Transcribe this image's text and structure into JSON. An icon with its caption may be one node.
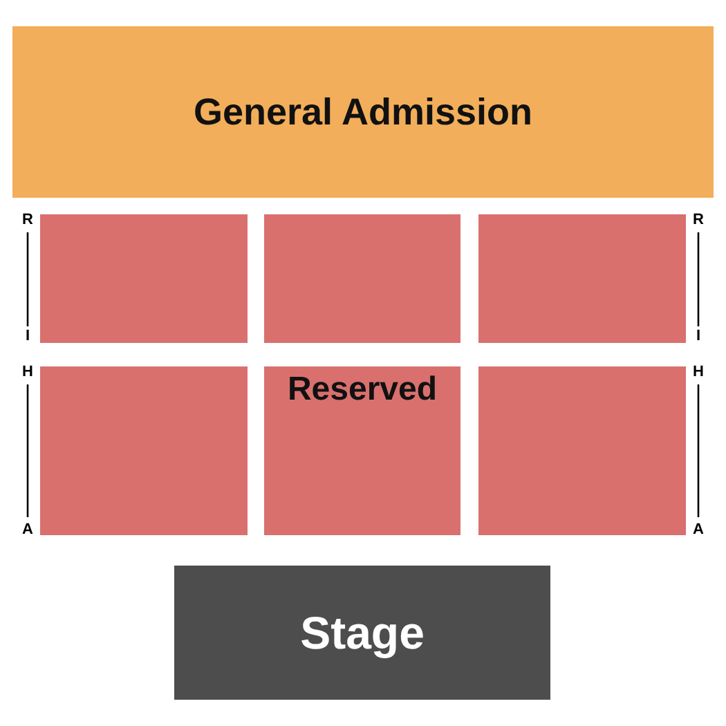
{
  "diagram": {
    "nodes": [
      {
        "text": [
          "General Admission"
        ]
      },
      {
        "text": [],
        "shape": "box"
      },
      {
        "text": [],
        "shape": "box"
      },
      {
        "text": [],
        "shape": "box"
      },
      {
        "text": [],
        "shape": "box"
      },
      {
        "text": [
          "Reserved"
        ]
      },
      {
        "text": [],
        "shape": "box"
      },
      {
        "text": [
          "Stage"
        ]
      }
    ],
    "labels": [
      "R",
      "R",
      "I",
      "I",
      "H",
      "H",
      "A",
      "A"
    ]
  }
}
